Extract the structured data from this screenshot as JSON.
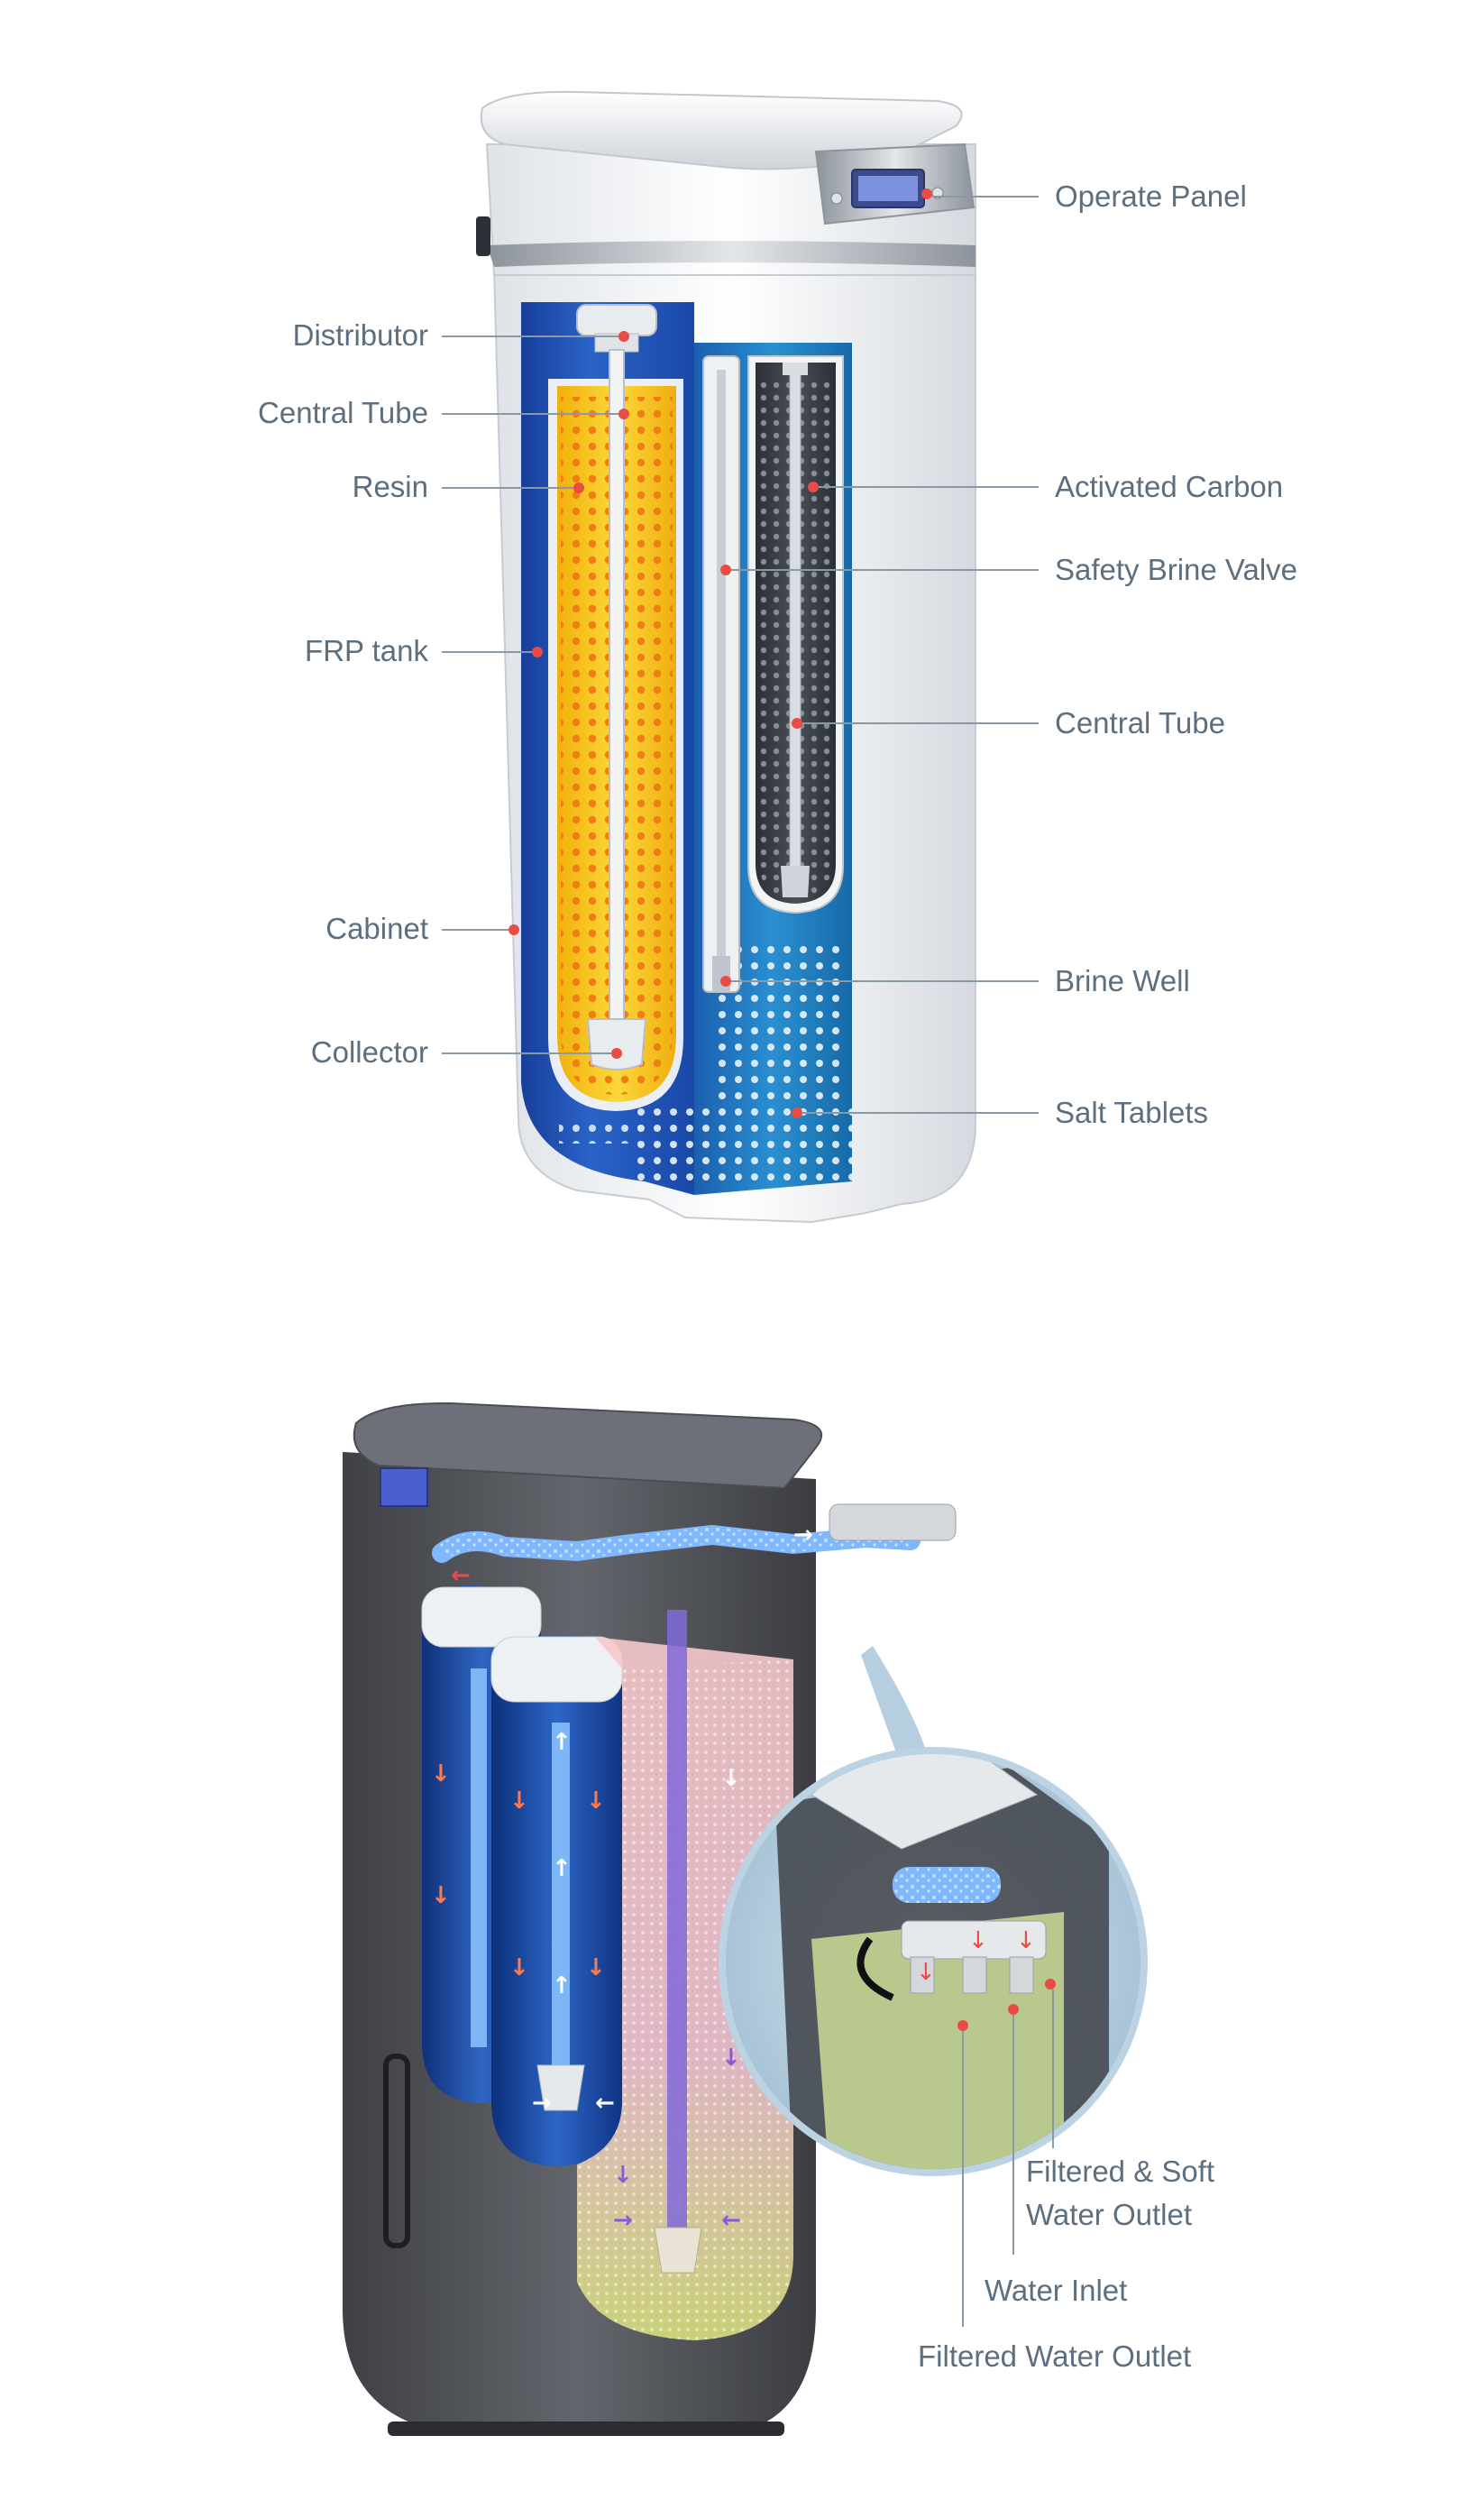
{
  "top_diagram": {
    "left_labels": {
      "distributor": "Distributor",
      "central_tube": "Central Tube",
      "resin": "Resin",
      "frp_tank": "FRP tank",
      "cabinet": "Cabinet",
      "collector": "Collector"
    },
    "right_labels": {
      "operate_panel": "Operate Panel",
      "activated_carbon": "Activated Carbon",
      "safety_brine_valve": "Safety Brine Valve",
      "central_tube": "Central Tube",
      "brine_well": "Brine Well",
      "salt_tablets": "Salt Tablets"
    }
  },
  "bottom_diagram": {
    "labels": {
      "filtered_soft_line1": "Filtered & Soft",
      "filtered_soft_line2": "Water Outlet",
      "water_inlet": "Water Inlet",
      "filtered_water_outlet": "Filtered Water Outlet"
    }
  },
  "colors": {
    "label_text": "#5d6f7e",
    "leader_line": "#8a99a6",
    "marker_dot": "#e84c45",
    "resin_yellow": "#f6c21a",
    "tank_blue": "#1f4fb0",
    "brine_blue": "#1c6fb5",
    "cabinet_white": "#f1f3f6",
    "transparent_body": "#3b3d42"
  }
}
